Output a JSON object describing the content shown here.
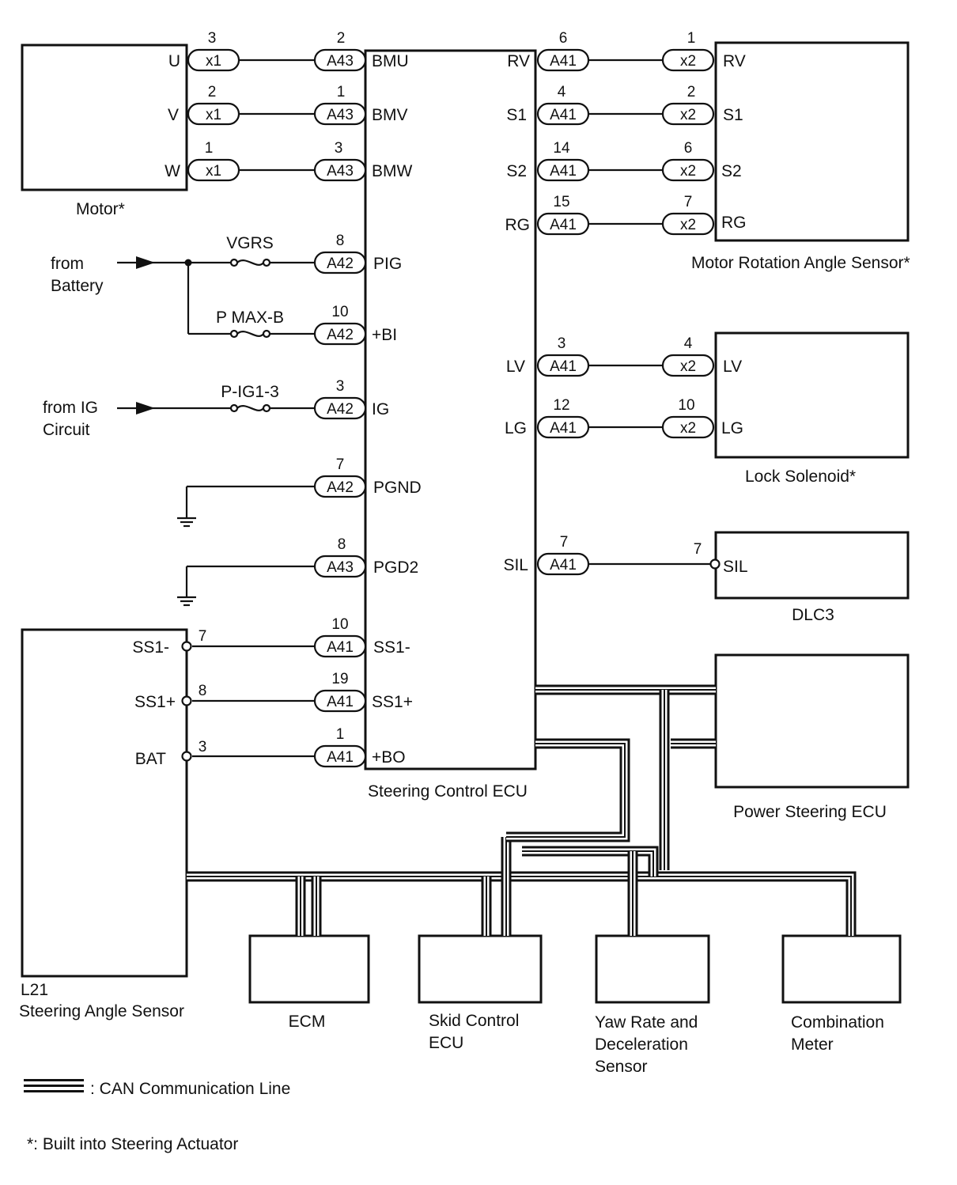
{
  "components": {
    "motor": "Motor*",
    "ecu": "Steering Control ECU",
    "motor_sensor": "Motor Rotation Angle Sensor*",
    "lock_solenoid": "Lock Solenoid*",
    "dlc3": "DLC3",
    "power_steering": "Power Steering ECU",
    "steering_sensor_code": "L21",
    "steering_sensor": "Steering Angle Sensor",
    "ecm": "ECM",
    "skid_1": "Skid Control",
    "skid_2": "ECU",
    "yaw_1": "Yaw Rate and",
    "yaw_2": "Deceleration",
    "yaw_3": "Sensor",
    "combo_1": "Combination",
    "combo_2": "Meter"
  },
  "motor_terminals": {
    "u": "U",
    "v": "V",
    "w": "W"
  },
  "motor_pins": {
    "u": "3",
    "v": "2",
    "w": "1"
  },
  "motor_connector": "x1",
  "ecu_left": {
    "bmu": {
      "pin": "2",
      "conn": "A43",
      "name": "BMU"
    },
    "bmv": {
      "pin": "1",
      "conn": "A43",
      "name": "BMV"
    },
    "bmw": {
      "pin": "3",
      "conn": "A43",
      "name": "BMW"
    },
    "pig": {
      "pin": "8",
      "conn": "A42",
      "name": "PIG"
    },
    "bi": {
      "pin": "10",
      "conn": "A42",
      "name": "+BI"
    },
    "ig": {
      "pin": "3",
      "conn": "A42",
      "name": "IG"
    },
    "pgnd": {
      "pin": "7",
      "conn": "A42",
      "name": "PGND"
    },
    "pgd2": {
      "pin": "8",
      "conn": "A43",
      "name": "PGD2"
    },
    "ss1m": {
      "pin": "10",
      "conn": "A41",
      "name": "SS1-"
    },
    "ss1p": {
      "pin": "19",
      "conn": "A41",
      "name": "SS1+"
    },
    "bo": {
      "pin": "1",
      "conn": "A41",
      "name": "+BO"
    }
  },
  "ecu_right": {
    "rv": {
      "pin": "6",
      "conn": "A41",
      "name": "RV"
    },
    "s1": {
      "pin": "4",
      "conn": "A41",
      "name": "S1"
    },
    "s2": {
      "pin": "14",
      "conn": "A41",
      "name": "S2"
    },
    "rg": {
      "pin": "15",
      "conn": "A41",
      "name": "RG"
    },
    "lv": {
      "pin": "3",
      "conn": "A41",
      "name": "LV"
    },
    "lg": {
      "pin": "12",
      "conn": "A41",
      "name": "LG"
    },
    "sil": {
      "pin": "7",
      "conn": "A41",
      "name": "SIL"
    }
  },
  "sensor_side": {
    "connector": "x2",
    "rv": {
      "pin": "1",
      "name": "RV"
    },
    "s1": {
      "pin": "2",
      "name": "S1"
    },
    "s2": {
      "pin": "6",
      "name": "S2"
    },
    "rg": {
      "pin": "7",
      "name": "RG"
    },
    "lv": {
      "pin": "4",
      "name": "LV"
    },
    "lg": {
      "pin": "10",
      "name": "LG"
    }
  },
  "dlc3_pin": {
    "pin": "7",
    "name": "SIL"
  },
  "steering_sensor_pins": {
    "ss1m": {
      "pin": "7",
      "name": "SS1-"
    },
    "ss1p": {
      "pin": "8",
      "name": "SS1+"
    },
    "bat": {
      "pin": "3",
      "name": "BAT"
    }
  },
  "fuses": {
    "vgrs": "VGRS",
    "pmaxb": "P MAX-B",
    "pig13": "P-IG1-3"
  },
  "sources": {
    "battery_1": "from",
    "battery_2": "Battery",
    "ig_1": "from IG",
    "ig_2": "Circuit"
  },
  "legend": {
    "can": ": CAN Communication Line",
    "note": "*: Built into Steering Actuator"
  }
}
